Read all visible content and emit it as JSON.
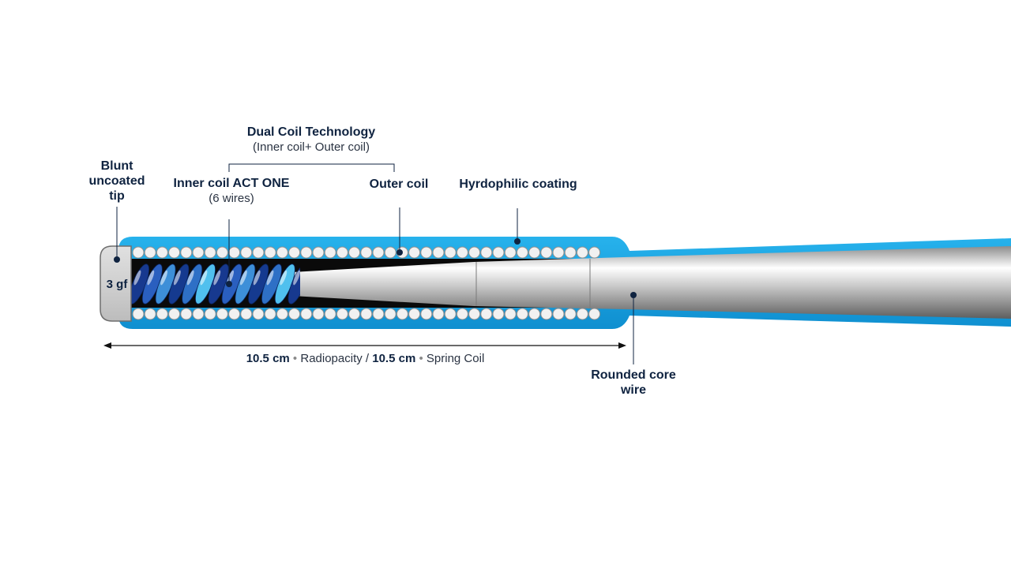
{
  "labels": {
    "dual_coil_title": "Dual Coil Technology",
    "dual_coil_sub": "(Inner coil+ Outer coil)",
    "blunt_tip_line1": "Blunt",
    "blunt_tip_line2": "uncoated",
    "blunt_tip_line3": "tip",
    "inner_coil_title": "Inner coil ACT ONE",
    "inner_coil_sub": "(6 wires)",
    "outer_coil": "Outer coil",
    "hydrophilic_coating": "Hyrdophilic coating",
    "tip_force": "3 gf",
    "rounded_core_line1": "Rounded core",
    "rounded_core_line2": "wire"
  },
  "measurement": {
    "radiopacity_value": "10.5 cm",
    "radiopacity_label": "Radiopacity /",
    "spring_coil_value": "10.5 cm",
    "spring_coil_label": "Spring Coil",
    "separator": "•"
  },
  "colors": {
    "coating": "#1aa3e0",
    "coating_dark": "#0c7fbf",
    "text": "#0f2340",
    "coil_dark": "#1a3f9a",
    "coil_light": "#5ac8f0"
  }
}
